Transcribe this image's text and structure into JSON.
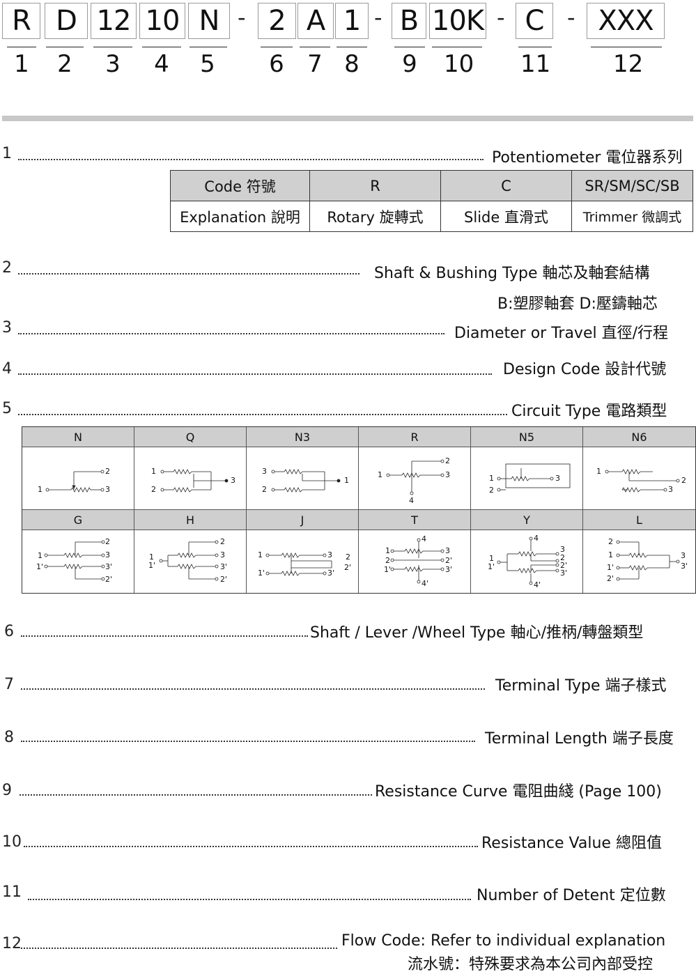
{
  "part_number": {
    "codes": [
      "R",
      "D",
      "12",
      "10",
      "N",
      "2",
      "A",
      "1",
      "B",
      "10K",
      "C",
      "XXX"
    ],
    "dashes": [
      "-",
      "-",
      "-",
      "-"
    ],
    "positions": [
      "1",
      "2",
      "3",
      "4",
      "5",
      "6",
      "7",
      "8",
      "9",
      "10",
      "11",
      "12"
    ]
  },
  "rows": {
    "r1": {
      "num": "1",
      "label": "Potentiometer 電位器系列"
    },
    "r2": {
      "num": "2",
      "label": "Shaft & Bushing Type  軸芯及軸套結構",
      "sub": "B:塑膠軸套    D:壓鑄軸芯"
    },
    "r3": {
      "num": "3",
      "label": "Diameter or Travel 直徑/行程"
    },
    "r4": {
      "num": "4",
      "label": "Design Code  設計代號"
    },
    "r5": {
      "num": "5",
      "label": "Circuit Type  電路類型"
    },
    "r6": {
      "num": "6",
      "label": "Shaft / Lever /Wheel Type  軸心/推柄/轉盤類型"
    },
    "r7": {
      "num": "7",
      "label": "Terminal Type  端子樣式"
    },
    "r8": {
      "num": "8",
      "label": "Terminal Length 端子長度"
    },
    "r9": {
      "num": "9",
      "label": "Resistance Curve 電阻曲綫 (Page 100)"
    },
    "r10": {
      "num": "10",
      "label": "Resistance Value   總阻值"
    },
    "r11": {
      "num": "11",
      "label": "Number of Detent   定位數"
    },
    "r12": {
      "num": "12",
      "label": "Flow Code: Refer to individual explanation",
      "sub": "流水號：特殊要求為本公司內部受控"
    }
  },
  "potentiometer_table": {
    "header": [
      "Code 符號",
      "R",
      "C",
      "SR/SM/SC/SB"
    ],
    "explanation": [
      "Explanation 說明",
      "Rotary 旋轉式",
      "Slide 直滑式",
      "Trimmer 微調式"
    ]
  },
  "circuits": {
    "row1": [
      "N",
      "Q",
      "N3",
      "R",
      "N5",
      "N6"
    ],
    "row2": [
      "G",
      "H",
      "J",
      "T",
      "Y",
      "L"
    ]
  },
  "circuit_pins": {
    "N": [
      "1",
      "2",
      "3"
    ],
    "Q": [
      "1",
      "2",
      "3"
    ],
    "N3": [
      "3",
      "2",
      "1"
    ],
    "R": [
      "1",
      "2",
      "3",
      "4"
    ],
    "N5": [
      "1",
      "2",
      "3"
    ],
    "N6": [
      "1",
      "2",
      "3"
    ],
    "G": [
      "1",
      "2",
      "3",
      "1'",
      "3'",
      "2'"
    ],
    "H": [
      "1",
      "1'",
      "2",
      "3",
      "3'",
      "2'"
    ],
    "J": [
      "1",
      "3",
      "1'",
      "3'",
      "2",
      "2'"
    ],
    "T": [
      "4",
      "1",
      "2",
      "1'",
      "3",
      "2'",
      "3'",
      "4'"
    ],
    "Y": [
      "4",
      "1",
      "1'",
      "3",
      "2",
      "2'",
      "3'",
      "4'"
    ],
    "L": [
      "2",
      "1",
      "1'",
      "2'",
      "3",
      "3'"
    ]
  },
  "colors": {
    "header_fill": "#d0d0d0",
    "bar": "#c8c8c8",
    "border": "#333333"
  }
}
